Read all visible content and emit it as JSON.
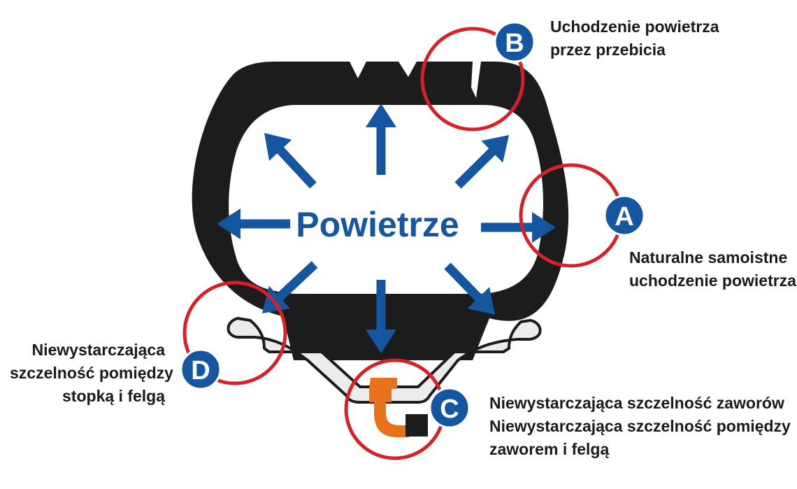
{
  "center_label": "Powietrze",
  "markers": {
    "a": {
      "letter": "A",
      "lines": [
        "Naturalne samoistne",
        "uchodzenie powietrza"
      ]
    },
    "b": {
      "letter": "B",
      "lines": [
        "Uchodzenie powietrza",
        "przez przebicia"
      ]
    },
    "c": {
      "letter": "C",
      "lines": [
        "Niewystarczająca szczelność zaworów",
        "Niewystarczająca szczelność pomiędzy",
        "zaworem i felgą"
      ]
    },
    "d": {
      "letter": "D",
      "lines": [
        "Niewystarczająca",
        "szczelność pomiędzy",
        "stopką i felgą"
      ]
    }
  },
  "colors": {
    "tire": "#1c1c1c",
    "arrow": "#1456a0",
    "ring": "#d6202a",
    "badge": "#1456a0",
    "valve": "#e8721c",
    "rim_fill": "#ececec"
  }
}
